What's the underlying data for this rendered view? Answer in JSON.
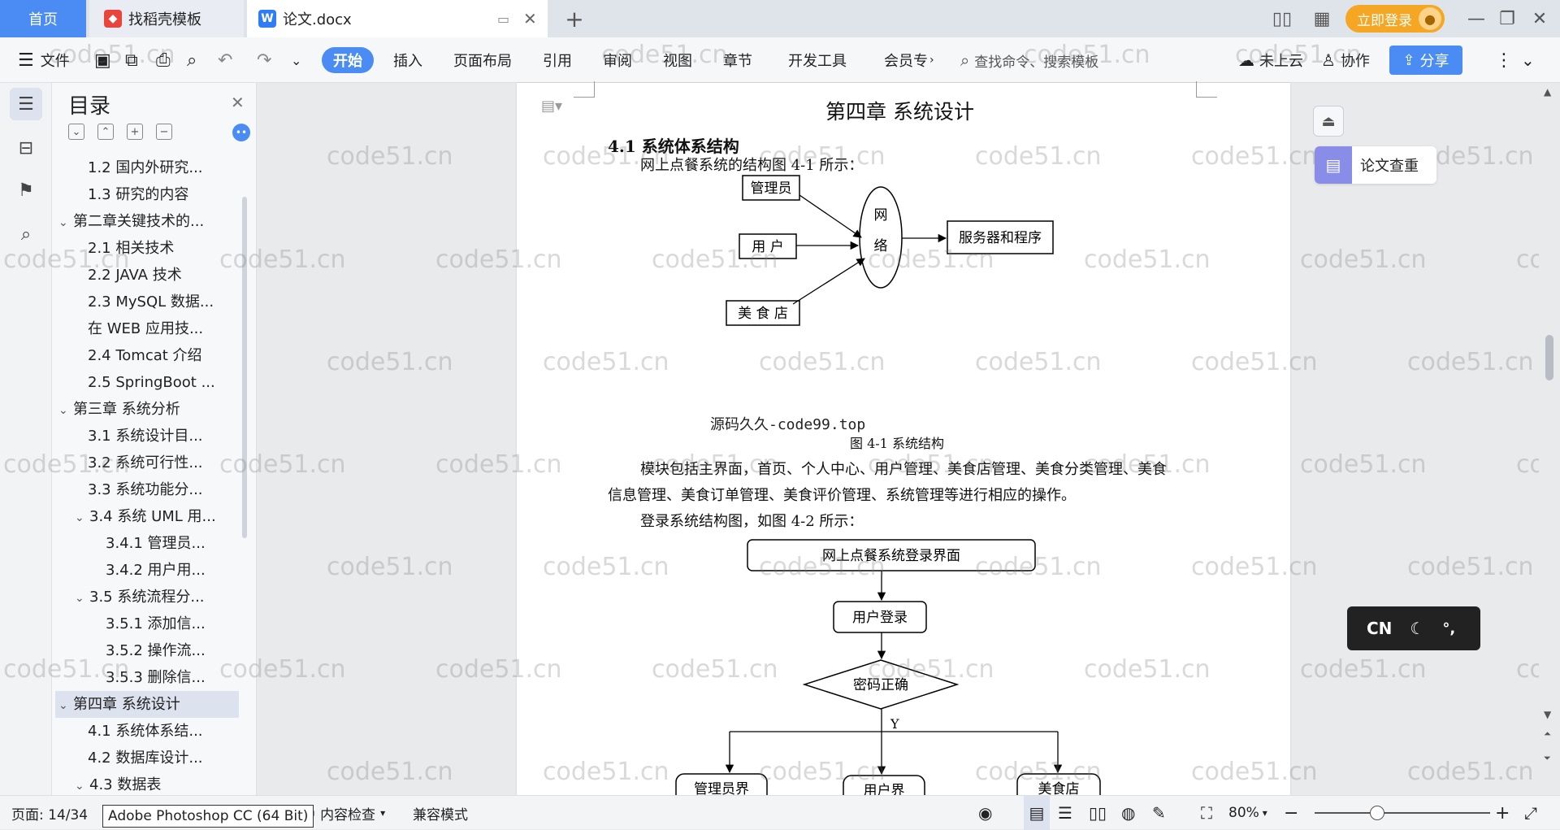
{
  "tabs": {
    "home": "首页",
    "template": "找稻壳模板",
    "document": "论文.docx"
  },
  "titlebar": {
    "login": "立即登录"
  },
  "ribbon": {
    "file": "文件",
    "tabs": [
      "开始",
      "插入",
      "页面布局",
      "引用",
      "审阅",
      "视图",
      "章节",
      "开发工具",
      "会员专"
    ],
    "search_placeholder": "查找命令、搜索模板",
    "cloud": "未上云",
    "collab": "协作",
    "share": "分享"
  },
  "toc": {
    "title": "目录",
    "items": [
      {
        "label": "1.2 国内外研究...",
        "level": 2,
        "caret": ""
      },
      {
        "label": "1.3 研究的内容",
        "level": 2,
        "caret": ""
      },
      {
        "label": "第二章关键技术的...",
        "level": 1,
        "caret": "down"
      },
      {
        "label": "2.1 相关技术",
        "level": 2,
        "caret": ""
      },
      {
        "label": "2.2 JAVA 技术",
        "level": 2,
        "caret": ""
      },
      {
        "label": "2.3 MySQL 数据...",
        "level": 2,
        "caret": ""
      },
      {
        "label": "在 WEB 应用技...",
        "level": 2,
        "caret": ""
      },
      {
        "label": "2.4 Tomcat 介绍",
        "level": 2,
        "caret": ""
      },
      {
        "label": "2.5 SpringBoot ...",
        "level": 2,
        "caret": ""
      },
      {
        "label": "第三章  系统分析",
        "level": 1,
        "caret": "down"
      },
      {
        "label": "3.1  系统设计目...",
        "level": 2,
        "caret": ""
      },
      {
        "label": "3.2  系统可行性...",
        "level": 2,
        "caret": ""
      },
      {
        "label": "3.3  系统功能分...",
        "level": 2,
        "caret": ""
      },
      {
        "label": "3.4 系统 UML 用...",
        "level": 2,
        "caret": "down"
      },
      {
        "label": "3.4.1 管理员...",
        "level": 3,
        "caret": ""
      },
      {
        "label": "3.4.2 用户用...",
        "level": 3,
        "caret": ""
      },
      {
        "label": "3.5 系统流程分...",
        "level": 2,
        "caret": "down"
      },
      {
        "label": "3.5.1 添加信...",
        "level": 3,
        "caret": ""
      },
      {
        "label": "3.5.2 操作流...",
        "level": 3,
        "caret": ""
      },
      {
        "label": "3.5.3 删除信...",
        "level": 3,
        "caret": ""
      },
      {
        "label": "第四章  系统设计",
        "level": 1,
        "caret": "down",
        "active": true
      },
      {
        "label": "4.1  系统体系结...",
        "level": 2,
        "caret": ""
      },
      {
        "label": "4.2  数据库设计...",
        "level": 2,
        "caret": ""
      },
      {
        "label": "4.3  数据表",
        "level": 2,
        "caret": "down"
      }
    ]
  },
  "document": {
    "chapter": "第四章  系统设计",
    "section": "4.1  系统体系结构",
    "para1": "网上点餐系统的结构图 4-1 所示：",
    "fig1": {
      "admin": "管理员",
      "user": "用  户",
      "shop": "美  食  店",
      "net_top": "网",
      "net_bottom": "络",
      "server": "服务器和程序",
      "source": "源码久久-code99.top",
      "caption": "图 4-1   系统结构"
    },
    "para2_line1": "模块包括主界面，首页、个人中心、用户管理、美食店管理、美食分类管理、美食",
    "para2_line2": "信息管理、美食订单管理、美食评价管理、系统管理等进行相应的操作。",
    "para3": "登录系统结构图，如图 4-2 所示：",
    "fig2": {
      "login_ui": "网上点餐系统登录界面",
      "user_login": "用户登录",
      "pwd_check": "密码正确",
      "yes": "Y",
      "admin_ui": "管理员界",
      "user_ui": "用户界",
      "shop_ui": "美食店"
    }
  },
  "watermark": "code51.cn",
  "right_panel": {
    "paper_check": "论文查重",
    "ime_lang": "CN"
  },
  "status": {
    "page": "页面: 14/34",
    "tooltip": "Adobe Photoshop CC (64 Bit)",
    "content_check": "内容检查",
    "compat": "兼容模式",
    "zoom": "80%"
  },
  "colors": {
    "accent": "#4a8cf3",
    "login": "#f5a623"
  }
}
